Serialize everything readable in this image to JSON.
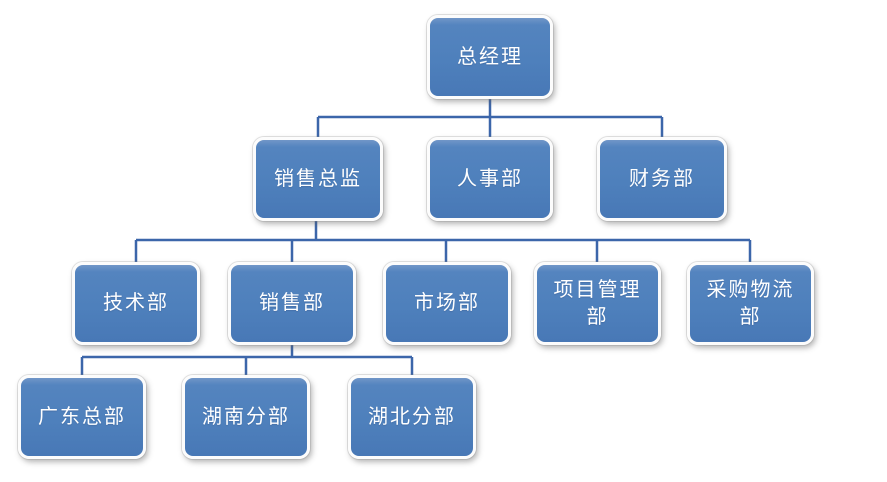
{
  "page": {
    "background_color": "#ffffff",
    "type": "organization-chart"
  },
  "colors": {
    "node_fill": "#4e81bd",
    "node_fill_highlight": "#7196c8",
    "node_border": "#fcfcfc",
    "node_text": "#ffffff",
    "connector": "#3c66aa"
  },
  "org_chart": {
    "nodes": {
      "general_manager": {
        "label": "总经理",
        "level": 1
      },
      "sales_director": {
        "label": "销售总监",
        "level": 2
      },
      "hr_dept": {
        "label": "人事部",
        "level": 2
      },
      "finance_dept": {
        "label": "财务部",
        "level": 2
      },
      "tech_dept": {
        "label": "技术部",
        "level": 3
      },
      "sales_dept": {
        "label": "销售部",
        "level": 3
      },
      "marketing_dept": {
        "label": "市场部",
        "level": 3
      },
      "project_mgmt_dept": {
        "label": "项目管理部",
        "level": 3
      },
      "procurement_logistics_dept": {
        "label": "采购物流部",
        "level": 3
      },
      "guangdong_hq": {
        "label": "广东总部",
        "level": 4
      },
      "hunan_branch": {
        "label": "湖南分部",
        "level": 4
      },
      "hubei_branch": {
        "label": "湖北分部",
        "level": 4
      }
    },
    "edges": [
      {
        "from": "general_manager",
        "to": "sales_director"
      },
      {
        "from": "general_manager",
        "to": "hr_dept"
      },
      {
        "from": "general_manager",
        "to": "finance_dept"
      },
      {
        "from": "sales_director",
        "to": "tech_dept"
      },
      {
        "from": "sales_director",
        "to": "sales_dept"
      },
      {
        "from": "sales_director",
        "to": "marketing_dept"
      },
      {
        "from": "sales_director",
        "to": "project_mgmt_dept"
      },
      {
        "from": "sales_director",
        "to": "procurement_logistics_dept"
      },
      {
        "from": "sales_dept",
        "to": "guangdong_hq"
      },
      {
        "from": "sales_dept",
        "to": "hunan_branch"
      },
      {
        "from": "sales_dept",
        "to": "hubei_branch"
      }
    ]
  }
}
